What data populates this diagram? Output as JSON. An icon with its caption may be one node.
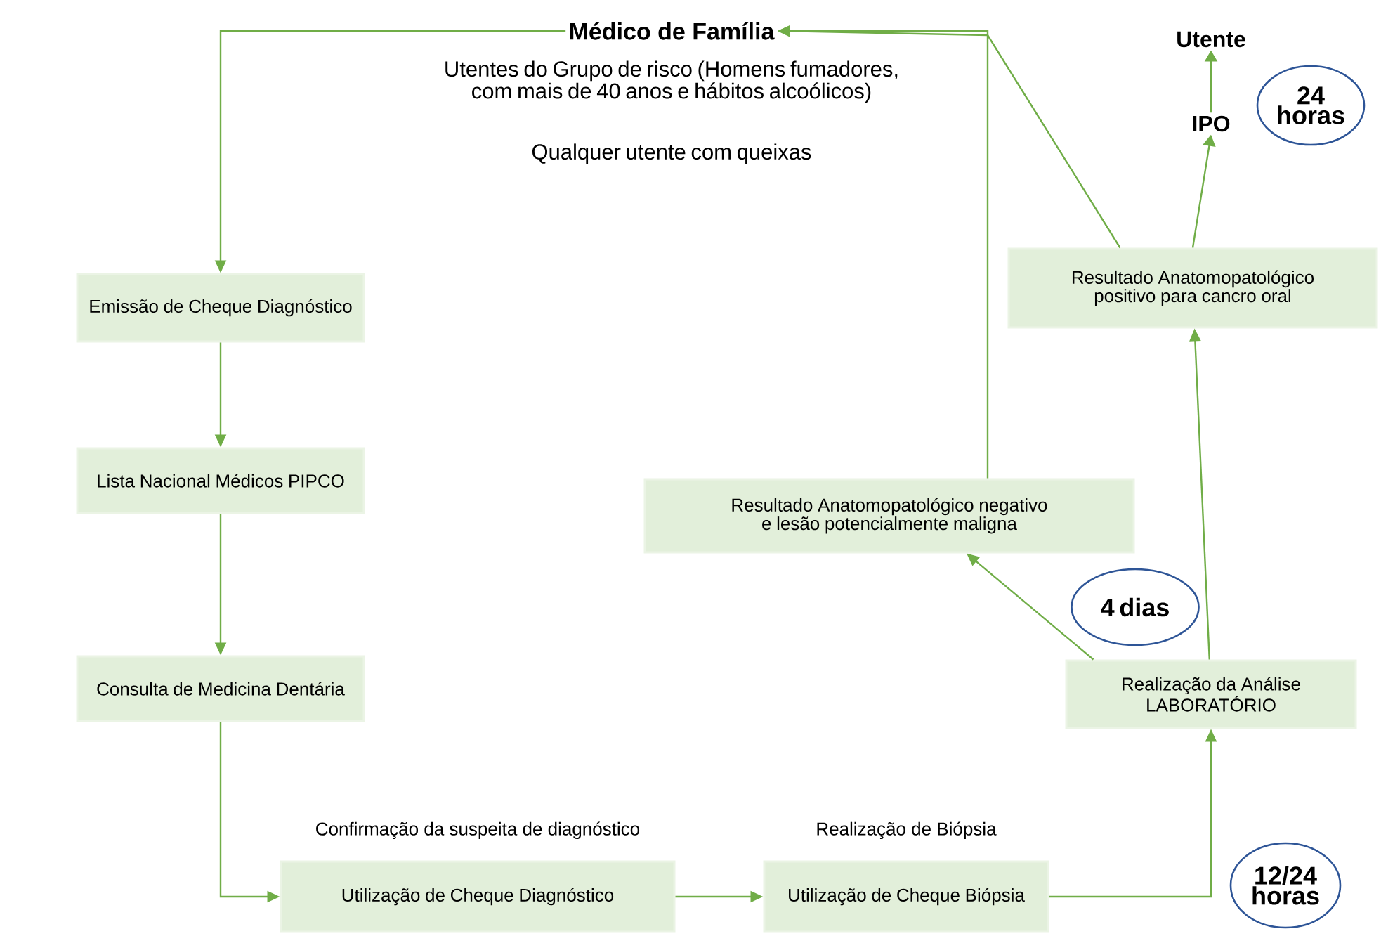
{
  "diagram": {
    "nodes": [
      {
        "text": [
          "Médico de Família",
          "Utentes do Grupo de risco (Homens fumadores, com mais de 40 anos e hábitos alcoólicos)",
          "Qualquer utente com queixas"
        ]
      },
      {
        "text": [
          "Emissão de Cheque Diagnóstico"
        ]
      },
      {
        "text": [
          "Lista Nacional Médicos PIPCO"
        ]
      },
      {
        "text": [
          "Consulta de Medicina Dentária"
        ]
      },
      {
        "text": [
          "Utilização de Cheque Diagnóstico"
        ],
        "beside": [
          "Confirmação da suspeita de diagnóstico"
        ]
      },
      {
        "text": [
          "Utilização de Cheque Biópsia"
        ],
        "beside": [
          "Realização de Biópsia"
        ]
      },
      {
        "text": [
          "Realização da Análise LABORATÓRIO"
        ]
      },
      {
        "text": [
          "Resultado Anatomopatológico negativo e lesão potencialmente maligna"
        ]
      },
      {
        "text": [
          "Resultado Anatomopatológico positivo para cancro oral"
        ]
      },
      {
        "text": [
          "IPO"
        ]
      },
      {
        "text": [
          "Utente"
        ]
      },
      {
        "text": [
          "24 horas"
        ]
      },
      {
        "text": [
          "4 dias"
        ]
      },
      {
        "text": [
          "12/24 horas"
        ]
      }
    ],
    "edges": [
      {
        "from": 0,
        "to": 1,
        "arrow": "to"
      },
      {
        "from": 1,
        "to": 2,
        "arrow": "to"
      },
      {
        "from": 2,
        "to": 3,
        "arrow": "to"
      },
      {
        "from": 3,
        "to": 4,
        "arrow": "to"
      },
      {
        "from": 4,
        "to": 5,
        "arrow": "to"
      },
      {
        "from": 5,
        "to": 6,
        "arrow": "to"
      },
      {
        "from": 6,
        "to": 7,
        "arrow": "to"
      },
      {
        "from": 6,
        "to": 8,
        "arrow": "to"
      },
      {
        "from": 7,
        "to": 0,
        "arrow": "to"
      },
      {
        "from": 8,
        "to": 0,
        "arrow": "to"
      },
      {
        "from": 8,
        "to": 9,
        "arrow": "to"
      },
      {
        "from": 9,
        "to": 10,
        "arrow": "to"
      }
    ]
  }
}
